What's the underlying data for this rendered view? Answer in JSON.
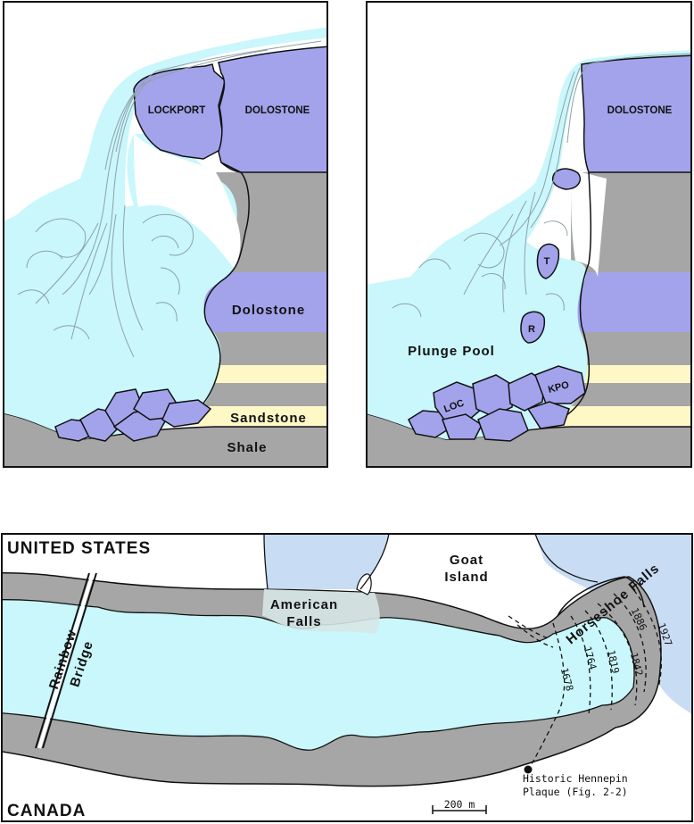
{
  "colors": {
    "dolostone": "#a3a3ec",
    "shale": "#a6a6a6",
    "sandstone": "#fdf8c6",
    "water": "#c9f7fb",
    "riverbank": "#c8dcf4",
    "gorge": "#a6a6a6",
    "outline": "#111111"
  },
  "left_panel": {
    "labels": {
      "lockport": "LOCKPORT",
      "dolostone_top": "DOLOSTONE",
      "dolostone_mid": "Dolostone",
      "sandstone": "Sandstone",
      "shale": "Shale"
    }
  },
  "right_panel": {
    "labels": {
      "dolostone_top": "DOLOSTONE",
      "plunge_pool": "Plunge Pool",
      "block_t": "T",
      "block_r": "R",
      "block_loc": "LOC",
      "block_kpo": "KPO"
    }
  },
  "map": {
    "country_top": "UNITED STATES",
    "country_bottom": "CANADA",
    "goat_island": [
      "Goat",
      "Island"
    ],
    "american_falls": [
      "American",
      "Falls"
    ],
    "horseshoe_falls": "Horseshoe Falls",
    "rainbow_bridge": [
      "Rainbow",
      "Bridge"
    ],
    "plaque": [
      "Historic Hennepin",
      "Plaque (Fig. 2-2)"
    ],
    "scale": "200 m",
    "years": [
      "1678",
      "1764",
      "1819",
      "1842",
      "1886",
      "1927"
    ]
  }
}
